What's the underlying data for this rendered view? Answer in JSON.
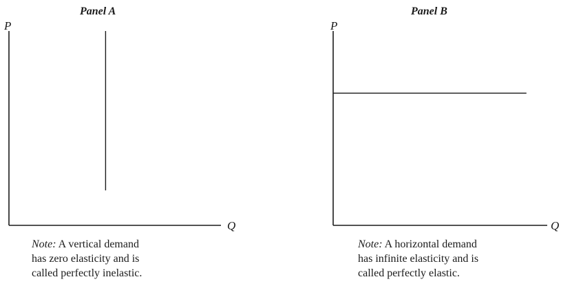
{
  "chart_data": [
    {
      "type": "line",
      "title": "Panel A",
      "xlabel": "Q",
      "ylabel": "P",
      "series": [
        {
          "x": [
            5,
            5
          ],
          "y": [
            1.8,
            10
          ]
        }
      ],
      "xlim": [
        0,
        11
      ],
      "ylim": [
        0,
        10
      ],
      "grid": false,
      "note": {
        "label": "Note:",
        "lines": [
          "A vertical demand",
          "has zero elasticity and is",
          "called perfectly inelastic."
        ]
      }
    },
    {
      "type": "line",
      "title": "Panel B",
      "xlabel": "Q",
      "ylabel": "P",
      "series": [
        {
          "x": [
            0,
            10
          ],
          "y": [
            6.8,
            6.8
          ]
        }
      ],
      "xlim": [
        0,
        11
      ],
      "ylim": [
        0,
        10
      ],
      "grid": false,
      "note": {
        "label": "Note:",
        "lines": [
          "A horizontal demand",
          "has infinite elasticity and is",
          "called perfectly elastic."
        ]
      }
    }
  ],
  "colors": {
    "ink": "#1a1a1a"
  }
}
